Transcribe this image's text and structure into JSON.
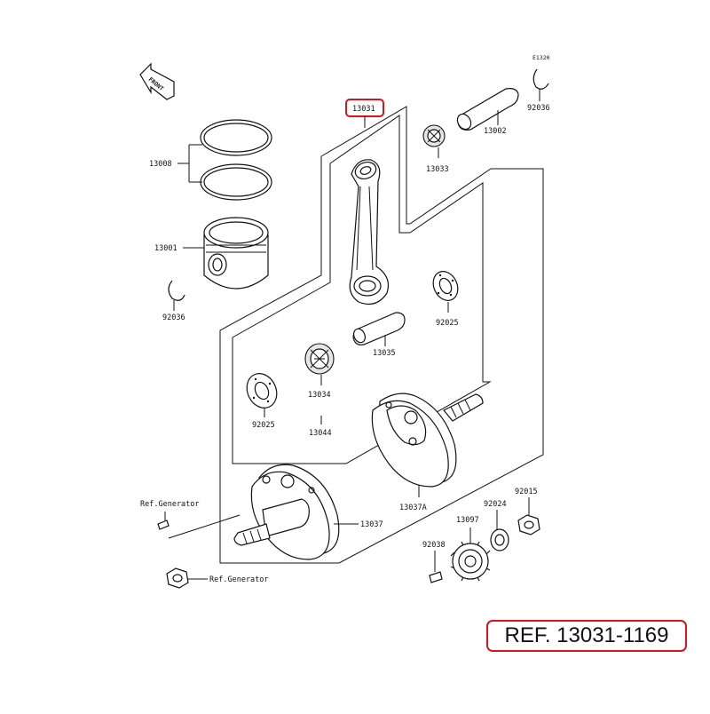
{
  "diagram": {
    "front_label": "FRONT",
    "figure_code": "E1320",
    "highlight_color": "#d8141e",
    "parts": {
      "conrod": "13031",
      "rings": "13008",
      "piston": "13001",
      "clip_left": "92036",
      "clip_right": "92036",
      "pin": "13002",
      "small_end_bearing": "13033",
      "crankpin": "13035",
      "washer_right": "92025",
      "washer_left": "92025",
      "big_end_bearing": "13034",
      "crank_assy": "13044",
      "crank_half_a": "13037A",
      "crank_half": "13037",
      "gear": "13097",
      "collar": "92024",
      "nut": "92015",
      "key_right": "92038",
      "ref_gen_top": "Ref.Generator",
      "ref_gen_bottom": "Ref.Generator"
    },
    "reference": "REF. 13031-1169"
  }
}
